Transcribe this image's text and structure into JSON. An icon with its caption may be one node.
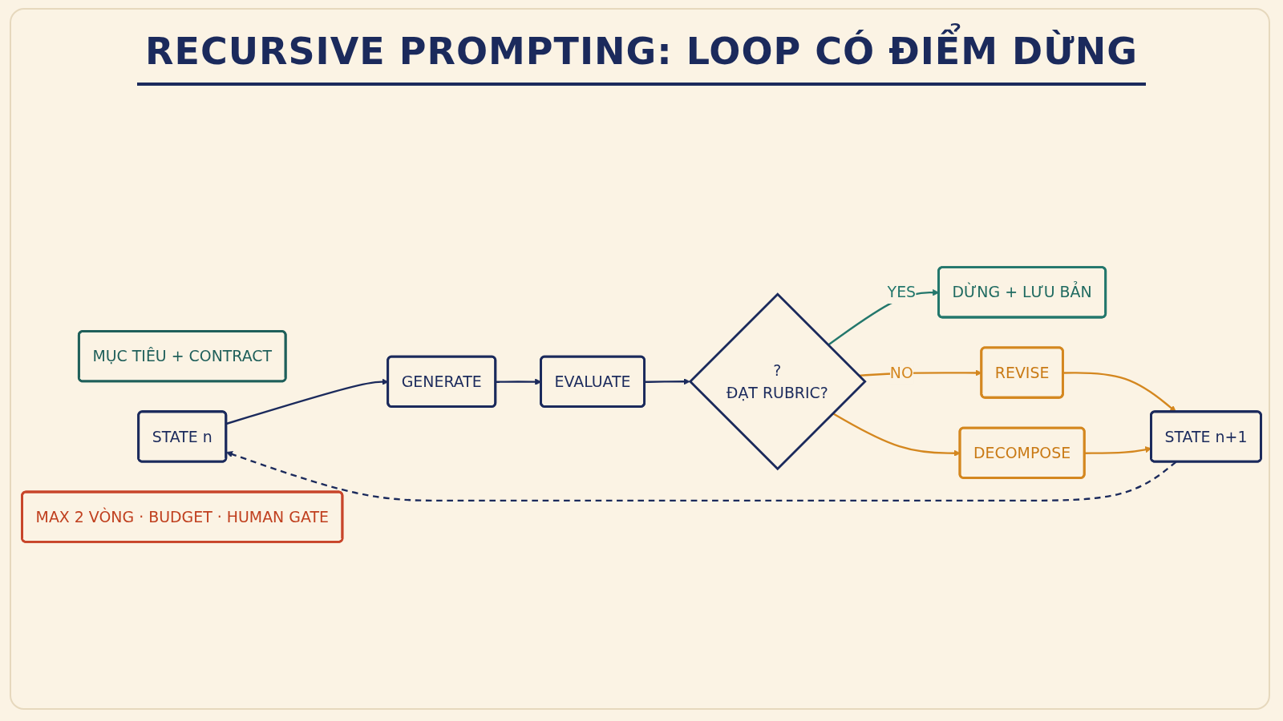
{
  "diagram": {
    "title": "RECURSIVE PROMPTING: LOOP CÓ ĐIỂM DỪNG",
    "nodes": [
      {
        "text": [
          "MỤC TIÊU + CONTRACT"
        ]
      },
      {
        "text": [
          "STATE n"
        ]
      },
      {
        "text": [
          "GENERATE"
        ]
      },
      {
        "text": [
          "EVALUATE"
        ]
      },
      {
        "text": [
          "?",
          "ĐẠT RUBRIC?"
        ]
      },
      {
        "text": [
          "DỪNG + LƯU BẢN"
        ]
      },
      {
        "text": [
          "REVISE"
        ]
      },
      {
        "text": [
          "DECOMPOSE"
        ]
      },
      {
        "text": [
          "STATE n+1"
        ]
      },
      {
        "text": [
          "MAX 2 VÒNG · BUDGET · HUMAN GATE"
        ]
      }
    ],
    "edges": [
      {
        "from": 1,
        "to": 2,
        "arrow": "to"
      },
      {
        "from": 2,
        "to": 3,
        "arrow": "to"
      },
      {
        "from": 3,
        "to": 4,
        "arrow": "to"
      },
      {
        "from": 4,
        "to": 5,
        "arrow": "to",
        "label": "YES",
        "color": "#23776c"
      },
      {
        "from": 4,
        "to": 6,
        "arrow": "to",
        "label": "NO",
        "color": "#d4871f"
      },
      {
        "from": 4,
        "to": 7,
        "arrow": "to",
        "color": "#d4871f"
      },
      {
        "from": 6,
        "to": 8,
        "arrow": "to",
        "color": "#d4871f"
      },
      {
        "from": 7,
        "to": 8,
        "arrow": "to",
        "color": "#d4871f"
      },
      {
        "from": 8,
        "to": 1,
        "arrow": "to",
        "style": "dashed"
      }
    ]
  }
}
